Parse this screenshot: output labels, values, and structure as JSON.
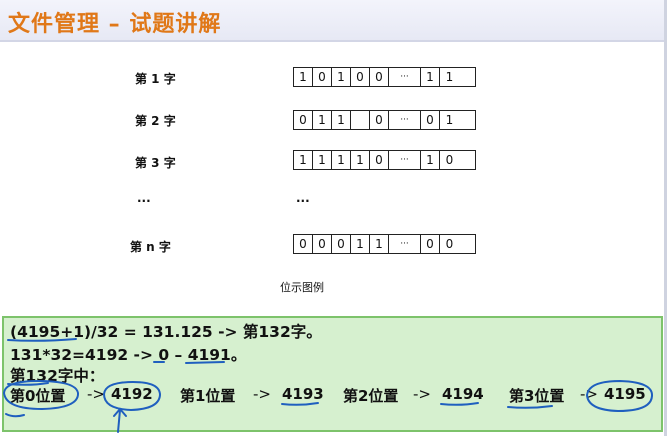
{
  "title": "文件管理 – 试题讲解",
  "rows": [
    {
      "label": "第 1 字",
      "bits": [
        "1",
        "0",
        "1",
        "0",
        "0",
        "···",
        "1",
        "1"
      ]
    },
    {
      "label": "第 2 字",
      "bits": [
        "0",
        "1",
        "1",
        "",
        "0",
        "···",
        "0",
        "1"
      ]
    },
    {
      "label": "第 3 字",
      "bits": [
        "1",
        "1",
        "1",
        "1",
        "0",
        "···",
        "1",
        "0"
      ]
    },
    {
      "label": "第 n 字",
      "bits": [
        "0",
        "0",
        "0",
        "1",
        "1",
        "···",
        "0",
        "0"
      ]
    }
  ],
  "ellipsis_label": "···",
  "ellipsis_grid": "···",
  "caption": "位示图例",
  "explanation": {
    "line1": "(4195+1)/32 = 131.125  -> 第132字。",
    "line2": "131*32=4192  -> 0 – 4191。",
    "line3": "第132字中：",
    "positions": [
      {
        "label": "第0位置",
        "arrow": "->",
        "value": "4192"
      },
      {
        "label": "第1位置",
        "arrow": "->",
        "value": "4193"
      },
      {
        "label": "第2位置",
        "arrow": "->",
        "value": "4194"
      },
      {
        "label": "第3位置",
        "arrow": "->",
        "value": "4195"
      }
    ]
  },
  "colors": {
    "title": "#e07818",
    "box_bg": "#d6f0cf",
    "box_border": "#7dc36b",
    "ink": "#1f5fbf"
  }
}
